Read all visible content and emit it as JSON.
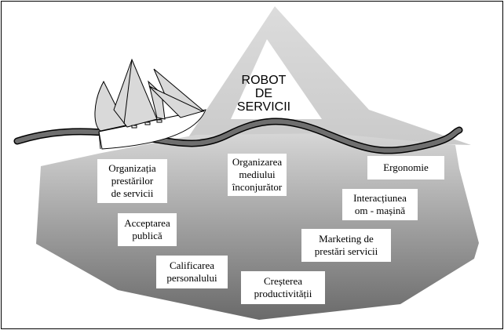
{
  "title": {
    "lines": [
      "ROBOT",
      "DE",
      "SERVICII"
    ]
  },
  "boxes": [
    {
      "id": "organizatia",
      "lines": [
        "Organizația",
        "prestărilor",
        "de servicii"
      ]
    },
    {
      "id": "organizarea",
      "lines": [
        "Organizarea",
        "mediului",
        "înconjurător"
      ]
    },
    {
      "id": "ergonomie",
      "lines": [
        "Ergonomie"
      ]
    },
    {
      "id": "acceptarea",
      "lines": [
        "Acceptarea",
        "publică"
      ]
    },
    {
      "id": "interactiunea",
      "lines": [
        "Interacțiunea",
        "om - mașină"
      ]
    },
    {
      "id": "marketing",
      "lines": [
        "Marketing de",
        "prestări servicii"
      ]
    },
    {
      "id": "calificarea",
      "lines": [
        "Calificarea",
        "personalului"
      ]
    },
    {
      "id": "cresterea",
      "lines": [
        "Creșterea",
        "productivității"
      ]
    }
  ],
  "icons": [
    "sailboat-icon",
    "iceberg-shape",
    "wave-line"
  ],
  "colors": {
    "iceberg_top": "#d4d4d4",
    "iceberg_bottom": "#6e6e6e",
    "peak": "#d8d8d8",
    "wave": "#6f6f6f",
    "sail": "#d9d9d9"
  }
}
